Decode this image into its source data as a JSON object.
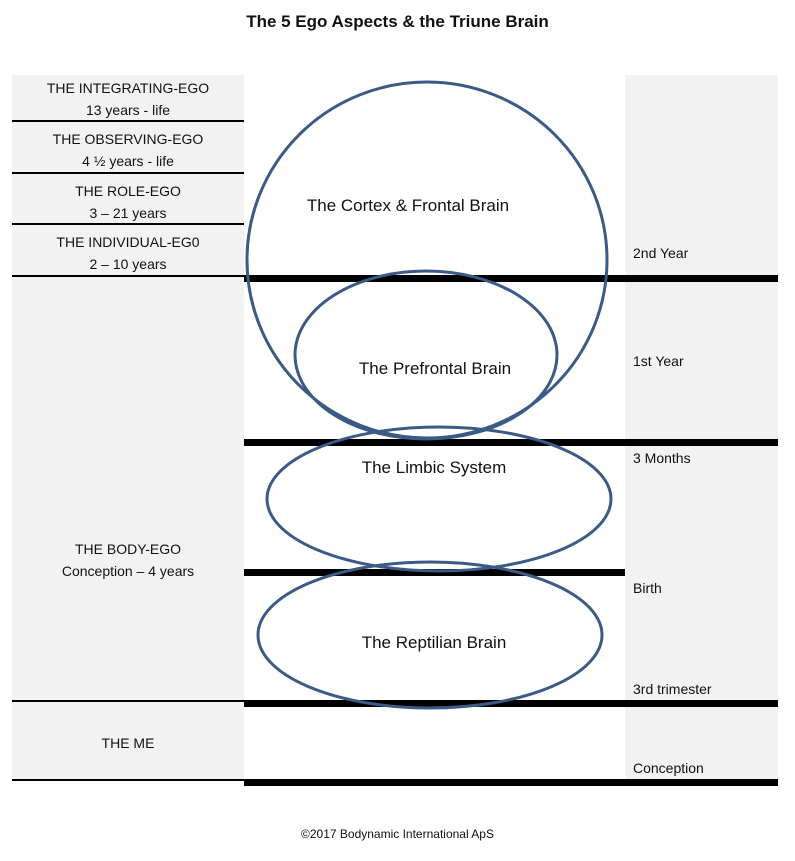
{
  "title": "The 5 Ego Aspects & the Triune Brain",
  "ego_aspects": [
    {
      "name": "THE INTEGRATING-EGO",
      "age": "13 years - life"
    },
    {
      "name": "THE OBSERVING-EGO",
      "age": "4 ½ years -  life"
    },
    {
      "name": "THE ROLE-EGO",
      "age": "3 – 21 years"
    },
    {
      "name": "THE INDIVIDUAL-EG0",
      "age": "2 – 10 years"
    },
    {
      "name": "THE BODY-EGO",
      "age": "Conception – 4 years"
    },
    {
      "name": "THE ME",
      "age": ""
    }
  ],
  "brain_parts": {
    "cortex": "The Cortex & Frontal Brain",
    "prefrontal": "The Prefrontal Brain",
    "limbic": "The Limbic System",
    "reptilian": "The Reptilian Brain"
  },
  "timeline": {
    "second_year": "2nd Year",
    "first_year": "1st Year",
    "three_months": "3 Months",
    "birth": "Birth",
    "third_trimester": "3rd trimester",
    "conception": "Conception"
  },
  "colors": {
    "ellipse_stroke": "#3b5a85",
    "column_bg": "#f2f2f2"
  },
  "copyright": "©2017 Bodynamic International ApS"
}
